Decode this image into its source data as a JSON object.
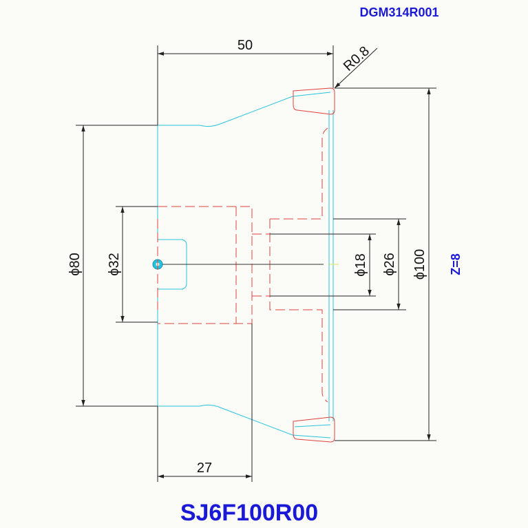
{
  "drawing_number": "DGM314R001",
  "part_number": "SJ6F100R00",
  "tooth_count": "Z=8",
  "dimensions": {
    "width_total": "50",
    "width_hub": "27",
    "corner_radius": "R0.8",
    "dia_80": "ϕ80",
    "dia_32": "ϕ32",
    "dia_18": "ϕ18",
    "dia_26": "ϕ26",
    "dia_100": "ϕ100"
  },
  "colors": {
    "title": "#1a1ad6",
    "outline": "#27c3dc",
    "hidden": "#e0403a",
    "dimension": "#222222"
  }
}
